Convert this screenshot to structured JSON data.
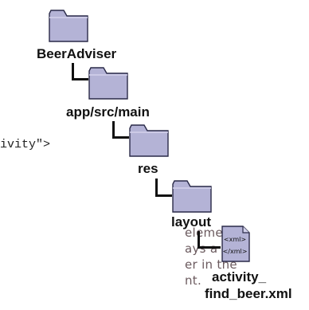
{
  "tree": {
    "items": [
      {
        "label": "BeerAdviser",
        "icon": "folder-icon"
      },
      {
        "label": "app/src/main",
        "icon": "folder-icon"
      },
      {
        "label": "res",
        "icon": "folder-icon"
      },
      {
        "label": "layout",
        "icon": "folder-icon"
      },
      {
        "label_line1": "activity_",
        "label_line2": "find_beer.xml",
        "icon": "xml-file-icon",
        "icon_text_top": "<xml>",
        "icon_text_bottom": "</xml>"
      }
    ]
  },
  "code_fragment": "ivity\">",
  "note_lines": [
    "element",
    "ays a",
    "er in the",
    "nt."
  ],
  "colors": {
    "folder_fill": "#b4b3d6",
    "folder_stroke": "#2a2a48",
    "note_text": "#6b5a5e"
  }
}
